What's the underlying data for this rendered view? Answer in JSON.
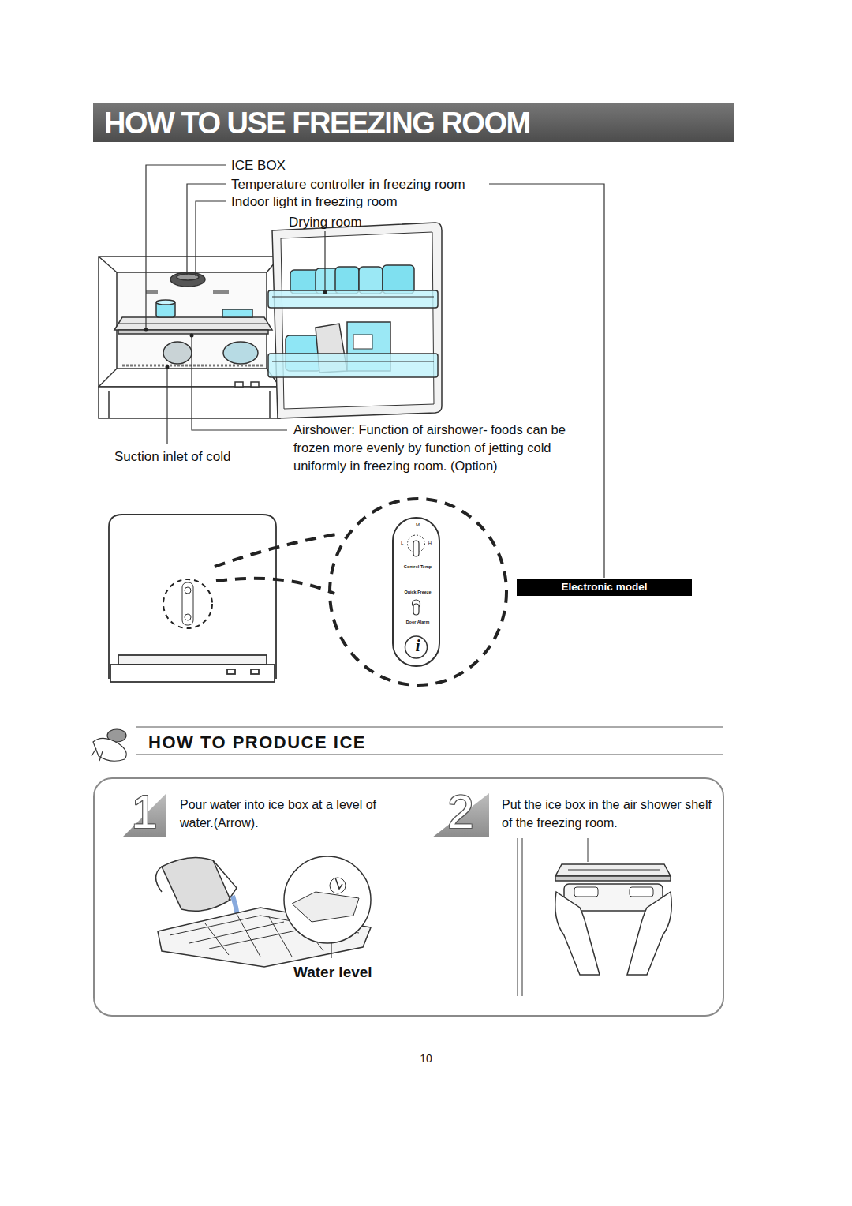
{
  "diagram": {
    "title": "HOW TO USE FREEZING ROOM",
    "nodes": [
      {
        "text": [
          "M",
          "L",
          "H",
          "Control Temp",
          "Quick Freeze",
          "Door Alarm",
          "i"
        ]
      },
      {
        "text": [
          "Electronic model"
        ]
      },
      {
        "text": [
          "HOW TO PRODUCE ICE"
        ]
      },
      {
        "text": [
          "1"
        ],
        "in": 2
      },
      {
        "text": [
          "2"
        ],
        "in": 2
      }
    ],
    "labels": [
      "ICE BOX",
      "Temperature controller in freezing room",
      "Indoor light in freezing room",
      "Drying room",
      "Airshower: Function of airshower- foods can be frozen more evenly by function of jetting cold uniformly in freezing room. (Option)",
      "Suction inlet of cold",
      "Pour water into ice box at a level of water.(Arrow).",
      "Water level",
      "Put the ice box in the air shower shelf of the freezing room.",
      "10"
    ]
  }
}
